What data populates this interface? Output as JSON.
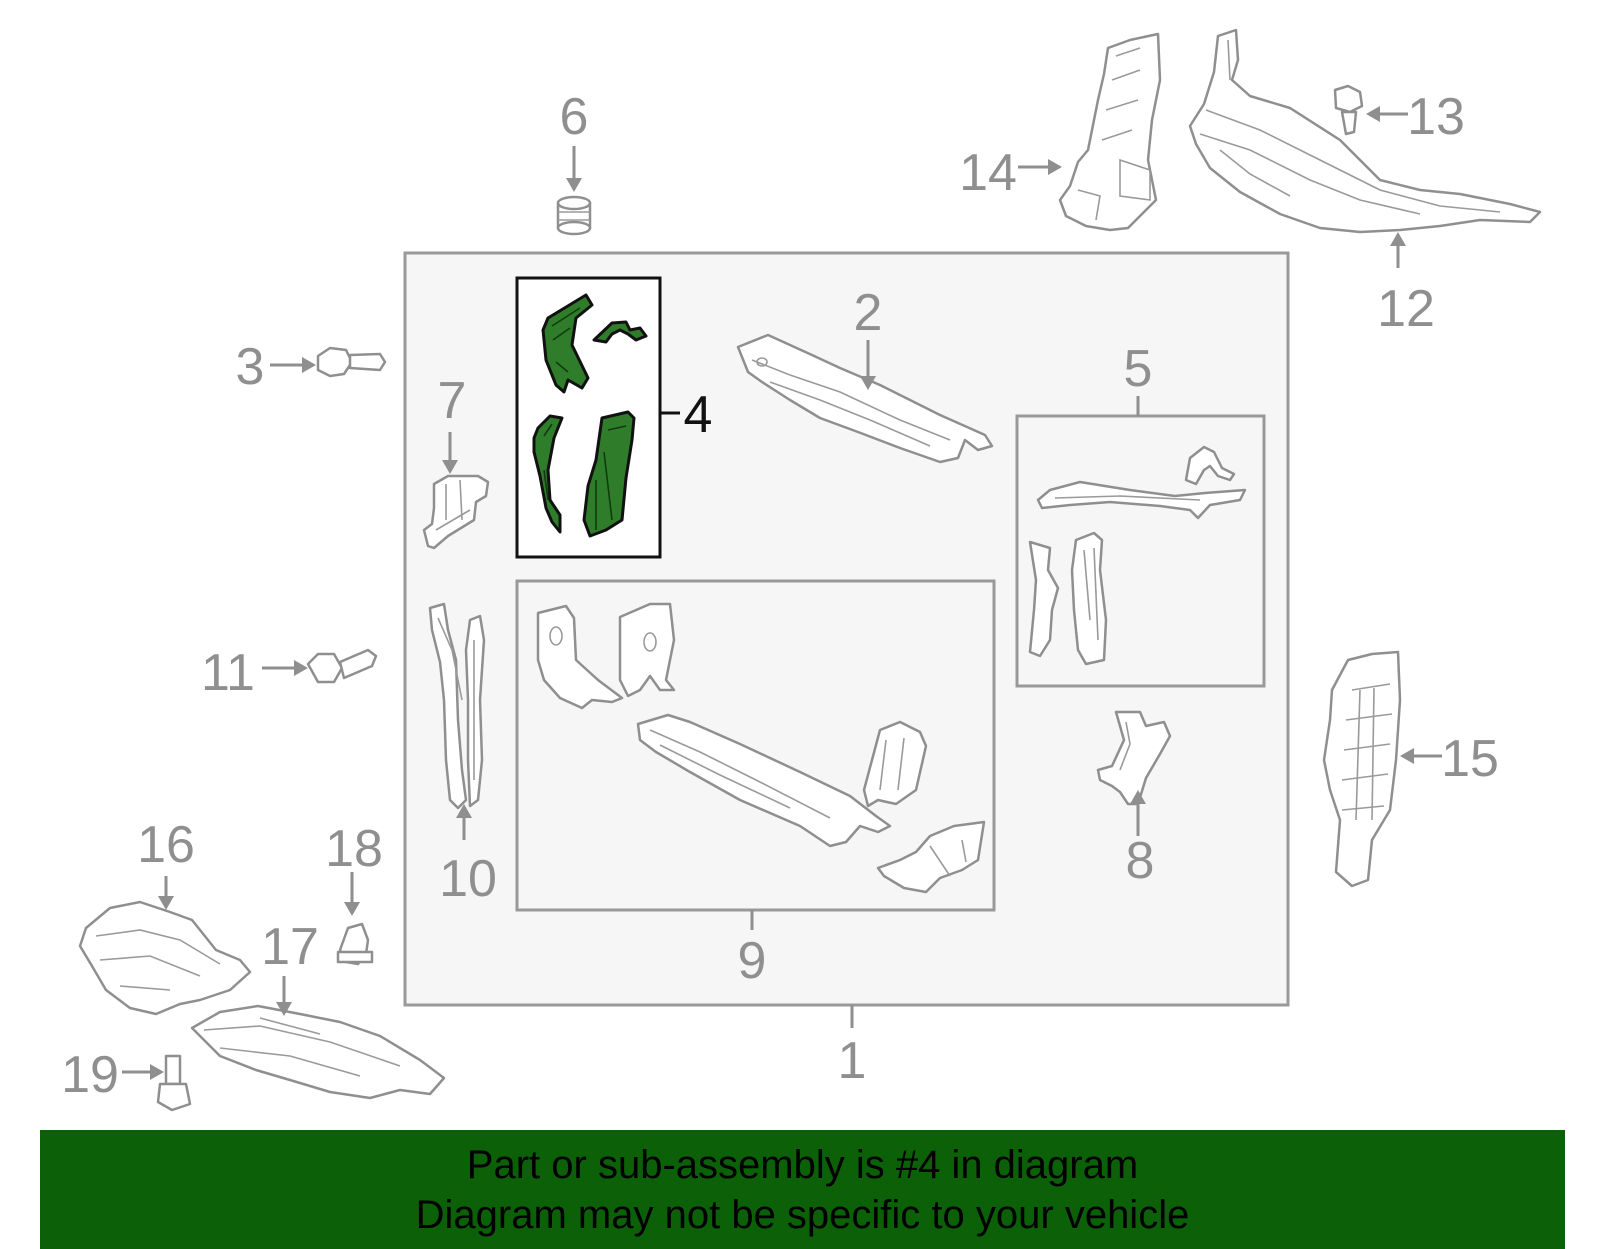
{
  "diagram": {
    "highlighted_part": "4",
    "callouts": {
      "c1": "1",
      "c2": "2",
      "c3": "3",
      "c4": "4",
      "c5": "5",
      "c6": "6",
      "c7": "7",
      "c8": "8",
      "c9": "9",
      "c10": "10",
      "c11": "11",
      "c12": "12",
      "c13": "13",
      "c14": "14",
      "c15": "15",
      "c16": "16",
      "c17": "17",
      "c18": "18",
      "c19": "19"
    }
  },
  "banner": {
    "line1": "Part or sub-assembly is #4 in diagram",
    "line2": "Diagram may not be specific to your vehicle",
    "background_color": "#0b6008"
  },
  "colors": {
    "highlight_fill": "#2f7d2a",
    "outline_gray": "#8f8f8f",
    "panel_fill": "#f6f6f6"
  }
}
